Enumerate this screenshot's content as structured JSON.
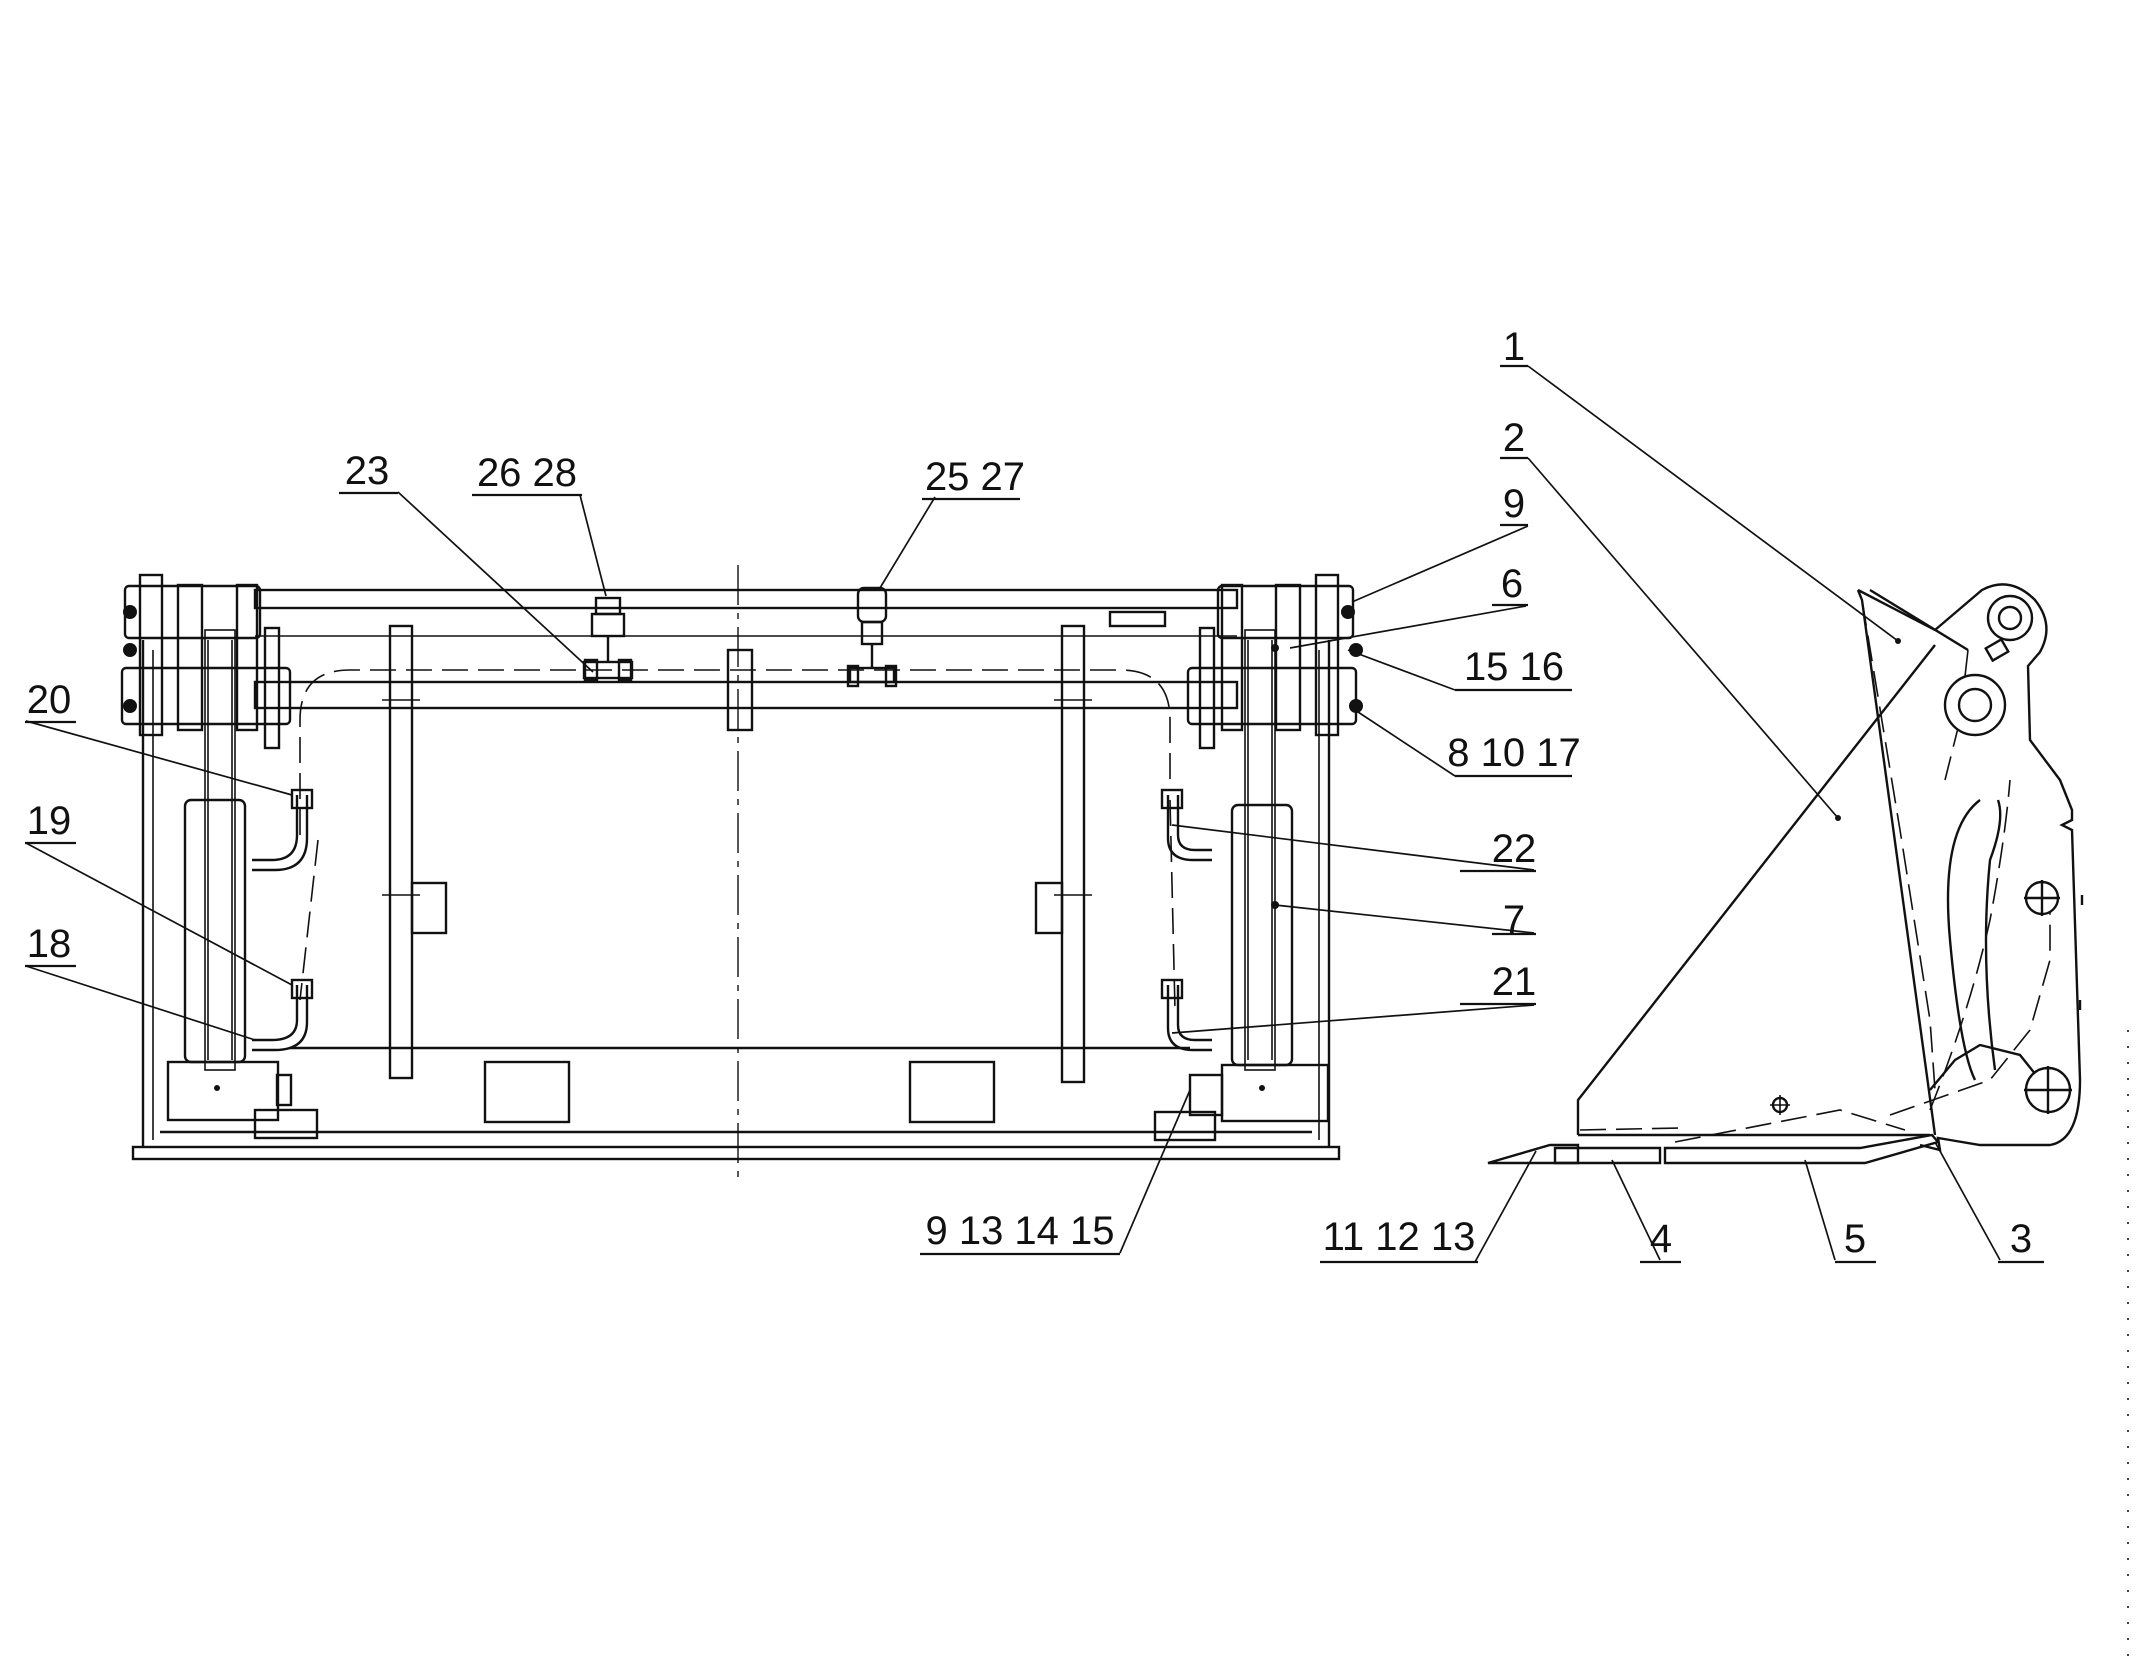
{
  "callouts": [
    {
      "id": "c1",
      "text": "1"
    },
    {
      "id": "c2",
      "text": "2"
    },
    {
      "id": "c3",
      "text": "3"
    },
    {
      "id": "c4",
      "text": "4"
    },
    {
      "id": "c5",
      "text": "5"
    },
    {
      "id": "c6",
      "text": "6"
    },
    {
      "id": "c7",
      "text": "7"
    },
    {
      "id": "c8",
      "text": "8 10 17"
    },
    {
      "id": "c9",
      "text": "9"
    },
    {
      "id": "c9b",
      "text": "9 13 14 15"
    },
    {
      "id": "c11",
      "text": "11 12 13"
    },
    {
      "id": "c15",
      "text": "15 16"
    },
    {
      "id": "c18",
      "text": "18"
    },
    {
      "id": "c19",
      "text": "19"
    },
    {
      "id": "c20",
      "text": "20"
    },
    {
      "id": "c21",
      "text": "21"
    },
    {
      "id": "c22",
      "text": "22"
    },
    {
      "id": "c23",
      "text": "23"
    },
    {
      "id": "c25",
      "text": "25 27"
    },
    {
      "id": "c26",
      "text": "26 28"
    }
  ]
}
